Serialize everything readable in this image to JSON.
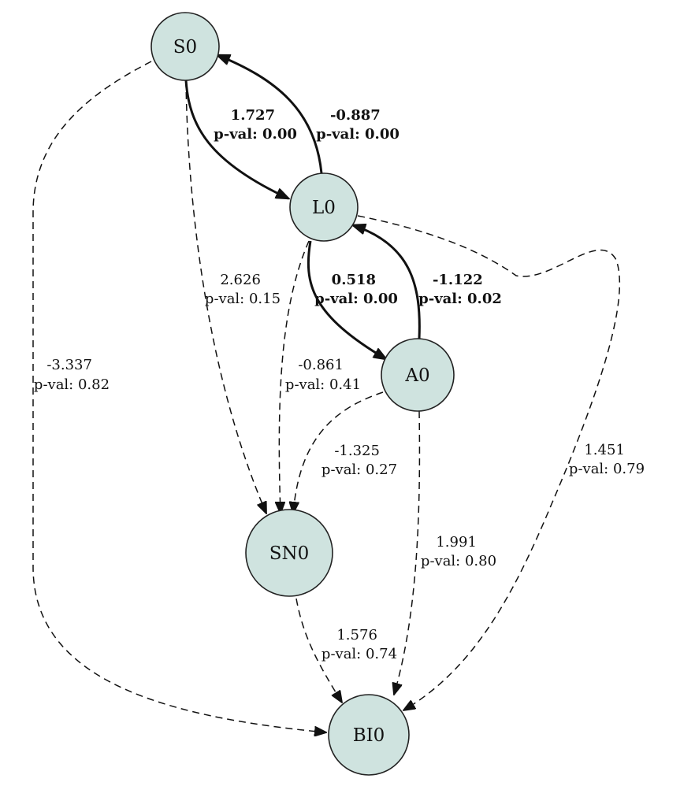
{
  "nodes": {
    "S0": {
      "label": "S0"
    },
    "L0": {
      "label": "L0"
    },
    "A0": {
      "label": "A0"
    },
    "SN0": {
      "label": "SN0"
    },
    "BI0": {
      "label": "BI0"
    }
  },
  "edges": {
    "S0_L0": {
      "from": "S0",
      "to": "L0",
      "coef": "1.727",
      "pval": "p-val: 0.00",
      "significant": true
    },
    "L0_S0": {
      "from": "L0",
      "to": "S0",
      "coef": "-0.887",
      "pval": "p-val: 0.00",
      "significant": true
    },
    "L0_A0": {
      "from": "L0",
      "to": "A0",
      "coef": "0.518",
      "pval": "p-val: 0.00",
      "significant": true
    },
    "A0_L0": {
      "from": "A0",
      "to": "L0",
      "coef": "-1.122",
      "pval": "p-val: 0.02",
      "significant": true
    },
    "S0_SN0": {
      "from": "S0",
      "to": "SN0",
      "coef": "2.626",
      "pval": "p-val: 0.15",
      "significant": false
    },
    "S0_BI0": {
      "from": "S0",
      "to": "BI0",
      "coef": "-3.337",
      "pval": "p-val: 0.82",
      "significant": false
    },
    "L0_SN0": {
      "from": "L0",
      "to": "SN0",
      "coef": "-0.861",
      "pval": "p-val: 0.41",
      "significant": false
    },
    "A0_SN0": {
      "from": "A0",
      "to": "SN0",
      "coef": "-1.325",
      "pval": "p-val: 0.27",
      "significant": false
    },
    "L0_BI0": {
      "from": "L0",
      "to": "BI0",
      "coef": "1.451",
      "pval": "p-val: 0.79",
      "significant": false
    },
    "A0_BI0": {
      "from": "A0",
      "to": "BI0",
      "coef": "1.991",
      "pval": "p-val: 0.80",
      "significant": false
    },
    "SN0_BI0": {
      "from": "SN0",
      "to": "BI0",
      "coef": "1.576",
      "pval": "p-val: 0.74",
      "significant": false
    }
  }
}
